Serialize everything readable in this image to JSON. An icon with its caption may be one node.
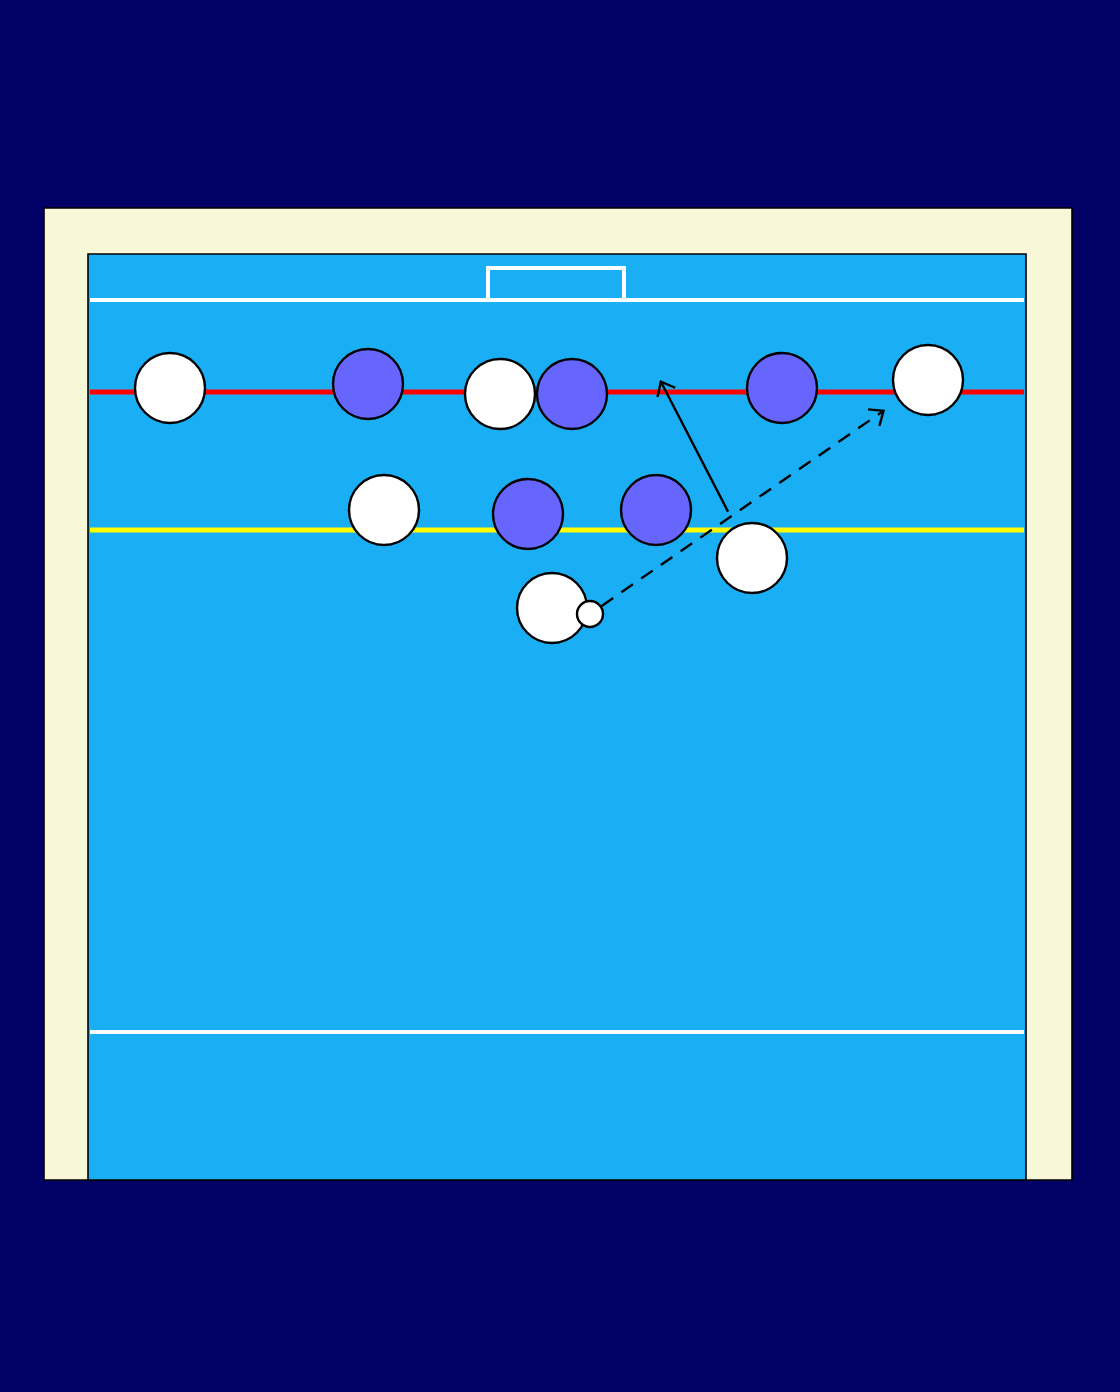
{
  "diagram": {
    "nodes": [
      {
        "text": [],
        "shape": "circle"
      },
      {
        "text": [],
        "shape": "circle"
      },
      {
        "text": [],
        "shape": "circle"
      },
      {
        "text": [],
        "shape": "circle"
      },
      {
        "text": [],
        "shape": "circle"
      },
      {
        "text": [],
        "shape": "circle"
      },
      {
        "text": [],
        "shape": "circle"
      },
      {
        "text": [],
        "shape": "circle"
      },
      {
        "text": [],
        "shape": "circle"
      },
      {
        "text": [],
        "shape": "circle"
      },
      {
        "text": [],
        "shape": "circle"
      },
      {
        "text": [],
        "shape": "circle"
      }
    ],
    "edges": [
      {
        "from": 11,
        "to": 5,
        "arrow": "to",
        "style": "dashed"
      },
      {
        "from": 9,
        "to": null,
        "arrow": "to"
      }
    ]
  }
}
